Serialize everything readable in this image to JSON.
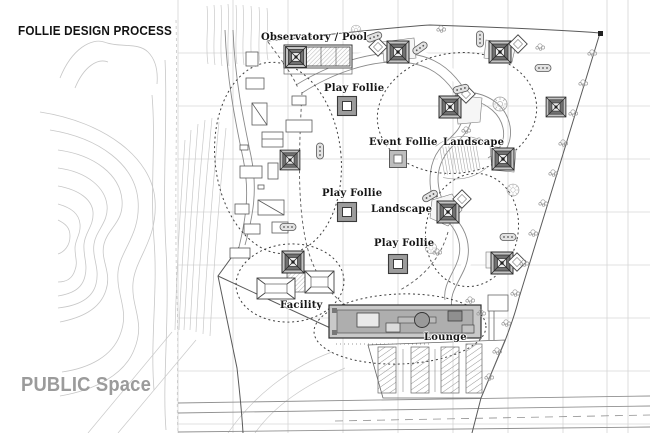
{
  "header": {
    "title": "FOLLIE DESIGN PROCESS"
  },
  "footer": {
    "label": "PUBLIC Space"
  },
  "plan": {
    "labels": [
      {
        "text": "Observatory / Pool"
      },
      {
        "text": "Play Follie"
      },
      {
        "text": "Event Follie"
      },
      {
        "text": "Landscape"
      },
      {
        "text": "Play Follie"
      },
      {
        "text": "Landscape"
      },
      {
        "text": "Play Follie"
      },
      {
        "text": "Facility"
      },
      {
        "text": "Lounge"
      }
    ],
    "colors": {
      "background": "#ffffff",
      "grid": "#d6d6d6",
      "contour": "#c7c7c7",
      "line_dark": "#555555",
      "follie_dark": "#707070",
      "follie_gray": "#9c9c9c",
      "lounge_fill": "#b5b5b5",
      "label_text": "#161616",
      "footer_text": "#9b9b9b"
    }
  }
}
